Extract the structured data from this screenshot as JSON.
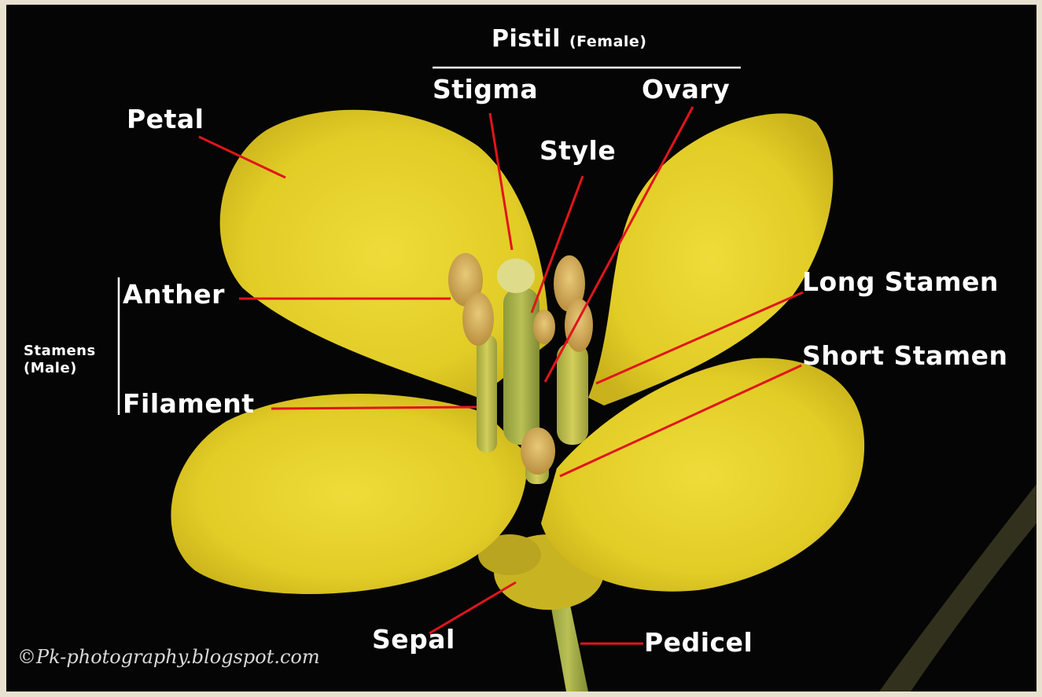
{
  "labels": {
    "pistil": "Pistil",
    "pistil_note": "(Female)",
    "stigma": "Stigma",
    "ovary": "Ovary",
    "style": "Style",
    "petal": "Petal",
    "anther": "Anther",
    "stamens": "Stamens",
    "stamens_note": "(Male)",
    "filament": "Filament",
    "long_stamen": "Long Stamen",
    "short_stamen": "Short Stamen",
    "sepal": "Sepal",
    "pedicel": "Pedicel"
  },
  "watermark": "©Pk-photography.blogspot.com",
  "colors": {
    "background": "#050505",
    "petal": "#e8d52c",
    "leader_line": "#e0151b",
    "label_text": "#ffffff",
    "border": "#e9e1d0"
  }
}
